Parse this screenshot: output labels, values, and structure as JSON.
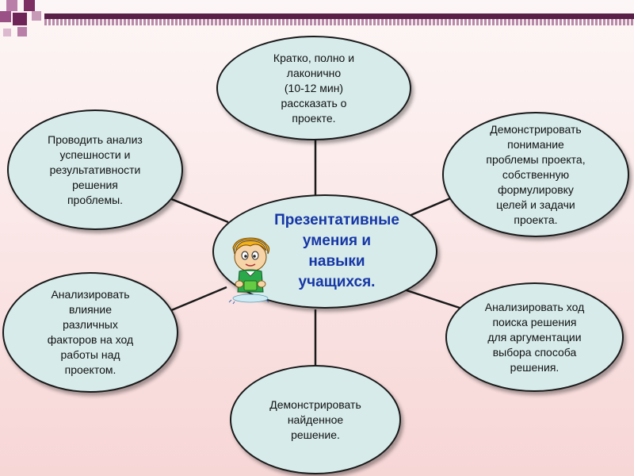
{
  "diagram": {
    "center": "Презентативные\nумения и\nнавыки\nучащихся.",
    "nodes": {
      "top": "Кратко, полно и\nлаконично\n(10-12 мин)\nрассказать о\nпроекте.",
      "top_right": "Демонстрировать\nпонимание\nпроблемы проекта,\nсобственную\nформулировку\nцелей и задачи\nпроекта.",
      "bottom_right": "Анализировать ход\nпоиска решения\nдля аргументации\nвыбора способа\nрешения.",
      "bottom": "Демонстрировать\nнайденное\nрешение.",
      "bottom_left": "Анализировать\nвлияние\nразличных\nфакторов на ход\nработы над\nпроектом.",
      "top_left": "Проводить анализ\nуспешности и\nрезультативности\nрешения\nпроблемы."
    },
    "colors": {
      "node_fill": "#d6ebea",
      "center_text": "#1636a6",
      "accent_bar": "#5a1f47"
    }
  }
}
